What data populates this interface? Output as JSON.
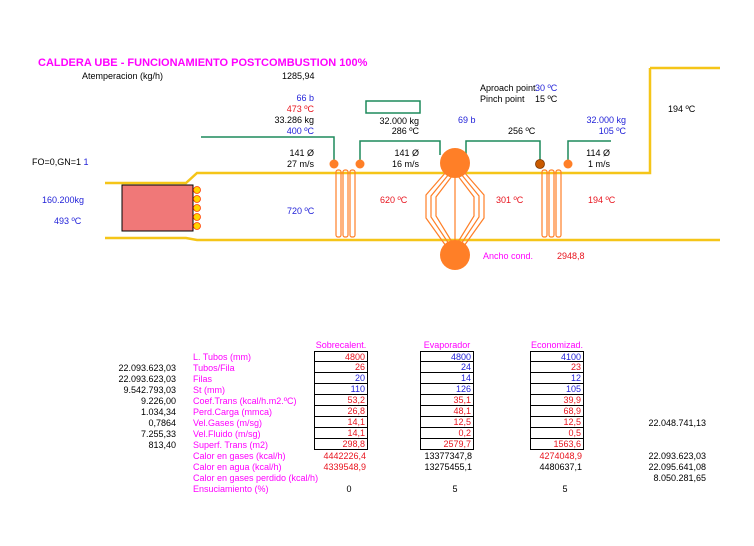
{
  "title": "CALDERA UBE - FUNCIONAMIENTO POSTCOMBUSTION 100%",
  "atemperacion": {
    "label": "Atemperacion (kg/h)",
    "value": "1285,94"
  },
  "approach": {
    "label": "Aproach point",
    "value": "30 ºC"
  },
  "pinch": {
    "label": "Pinch point",
    "value": "15 ºC"
  },
  "fo_gn": {
    "label": "FO=0,GN=1",
    "value": "1"
  },
  "gas_flow": "160.200kg",
  "gas_inlet_temp": "493 ºC",
  "sh": {
    "pressure": "66 b",
    "temp_red": "473 ºC",
    "mass": "33.286 kg",
    "temp_blue": "400 ºC",
    "diam": "141 Ø",
    "vel": "27 m/s"
  },
  "drum": {
    "mass": "32.000 kg",
    "temp": "286 ºC",
    "pressure": "69 b",
    "diam": "141 Ø",
    "vel": "16 m/s"
  },
  "eco": {
    "temp_in": "256 ºC",
    "mass": "32.000 kg",
    "temp_out": "105 ºC",
    "diam": "114 Ø",
    "vel": "1 m/s"
  },
  "stack_temp": "194 ºC",
  "gas_temps": {
    "t1": "720 ºC",
    "t2": "620 ºC",
    "t3": "301 ºC",
    "t4": "194 ºC"
  },
  "ancho": {
    "label": "Ancho cond.",
    "value": "2948,8"
  },
  "table": {
    "headers": [
      "Sobrecalent.",
      "Evaporador",
      "Economizad."
    ],
    "left_values": [
      "22.093.623,03",
      "22.093.623,03",
      "9.542.793,03",
      "9.226,00",
      "1.034,34",
      "0,7864",
      "7.255,33",
      "813,40"
    ],
    "rows": [
      {
        "label": "L. Tubos (mm)",
        "v": [
          "4800",
          "4800",
          "4100"
        ],
        "c": [
          "red",
          "blue",
          "blue"
        ]
      },
      {
        "label": "Tubos/Fila",
        "v": [
          "26",
          "24",
          "23"
        ],
        "c": [
          "red",
          "blue",
          "red"
        ]
      },
      {
        "label": "Filas",
        "v": [
          "20",
          "14",
          "12"
        ],
        "c": [
          "blue",
          "blue",
          "blue"
        ]
      },
      {
        "label": "St (mm)",
        "v": [
          "110",
          "126",
          "105"
        ],
        "c": [
          "blue",
          "blue",
          "blue"
        ]
      },
      {
        "label": "Coef.Trans (kcal/h.m2.ºC)",
        "v": [
          "53,2",
          "35,1",
          "39,9"
        ],
        "c": [
          "red",
          "red",
          "red"
        ]
      },
      {
        "label": "Perd.Carga (mmca)",
        "v": [
          "26,8",
          "48,1",
          "68,9"
        ],
        "c": [
          "red",
          "red",
          "red"
        ]
      },
      {
        "label": "Vel.Gases (m/sg)",
        "v": [
          "14,1",
          "12,5",
          "12,5"
        ],
        "c": [
          "red",
          "red",
          "red"
        ]
      },
      {
        "label": "Vel.Fluido (m/sg)",
        "v": [
          "14,1",
          "0,2",
          "0,5"
        ],
        "c": [
          "red",
          "red",
          "red"
        ]
      },
      {
        "label": "Superf. Trans (m2)",
        "v": [
          "298,8",
          "2579,7",
          "1563,6"
        ],
        "c": [
          "red",
          "red",
          "red"
        ]
      },
      {
        "label": "Calor en gases (kcal/h)",
        "v": [
          "4442226,4",
          "13377347,8",
          "4274048,9"
        ],
        "c": [
          "red",
          "black",
          "red"
        ]
      },
      {
        "label": "Calor en agua (kcal/h)",
        "v": [
          "4339548,9",
          "13275455,1",
          "4480637,1"
        ],
        "c": [
          "red",
          "black",
          "black"
        ]
      },
      {
        "label": "Calor en gases perdido (kcal/h)",
        "v": [
          "",
          "",
          ""
        ],
        "c": [
          "black",
          "black",
          "black"
        ]
      },
      {
        "label": "Ensuciamiento (%)",
        "v": [
          "0",
          "5",
          "5"
        ],
        "c": [
          "black",
          "black",
          "black"
        ]
      }
    ],
    "right_values": {
      "perd": "22.048.741,13",
      "gases": "22.093.623,03",
      "agua": "22.095.641,08",
      "perdido": "8.050.281,65"
    }
  },
  "colors": {
    "duct": "#f5c518",
    "tube": "#ff7f27",
    "water": "#1d8a5c",
    "burner": "#f07878"
  }
}
